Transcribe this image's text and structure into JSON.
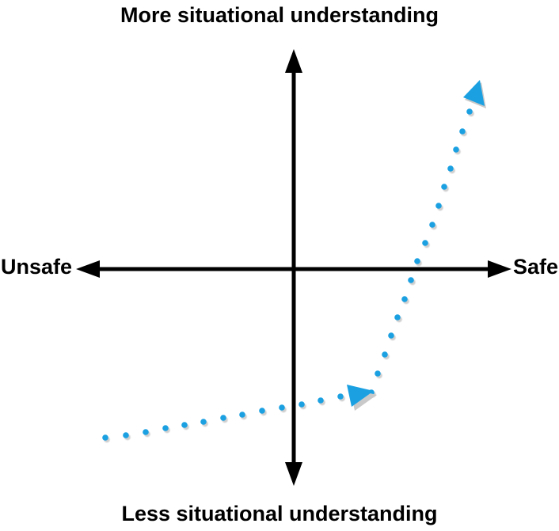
{
  "labels": {
    "top": "More situational understanding",
    "bottom": "Less situational understanding",
    "left": "Unsafe",
    "right": "Safe"
  },
  "colors": {
    "axis": "#000000",
    "path": "#1ba1e2",
    "shadow": "#c9c9c9"
  }
}
